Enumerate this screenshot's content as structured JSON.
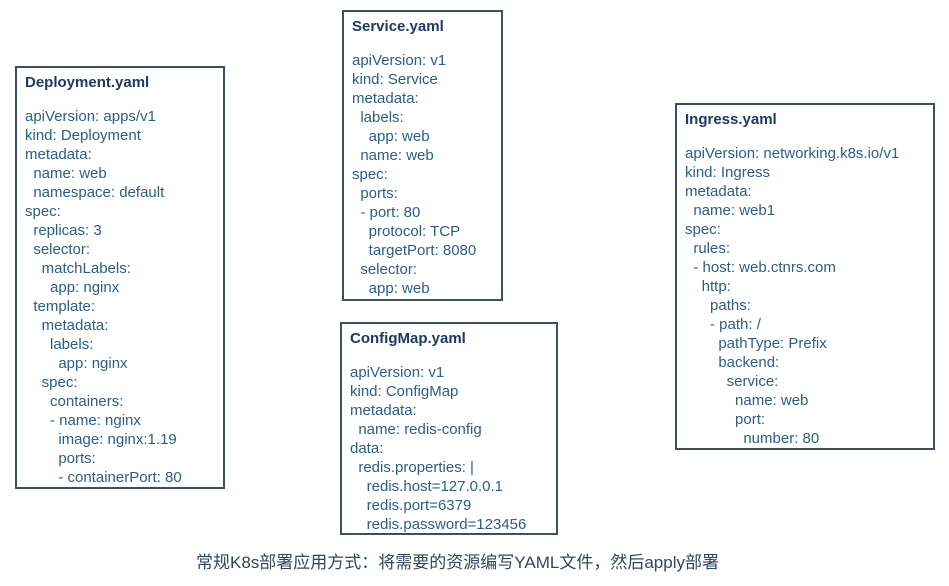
{
  "colors": {
    "background": "#ffffff",
    "border": "#3f4e63",
    "title": "#1f3864",
    "body": "#2f5c88",
    "caption": "#33455c"
  },
  "caption": "常规K8s部署应用方式：将需要的资源编写YAML文件，然后apply部署",
  "files": [
    {
      "title": "Deployment.yaml",
      "body": "apiVersion: apps/v1\nkind: Deployment\nmetadata:\n  name: web\n  namespace: default\nspec:\n  replicas: 3\n  selector:\n    matchLabels:\n      app: nginx\n  template:\n    metadata:\n      labels:\n        app: nginx\n    spec:\n      containers:\n      - name: nginx\n        image: nginx:1.19\n        ports:\n        - containerPort: 80"
    },
    {
      "title": "Service.yaml",
      "body": "apiVersion: v1\nkind: Service\nmetadata:\n  labels:\n    app: web\n  name: web\nspec:\n  ports:\n  - port: 80\n    protocol: TCP\n    targetPort: 8080\n  selector:\n    app: web"
    },
    {
      "title": "ConfigMap.yaml",
      "body": "apiVersion: v1\nkind: ConfigMap\nmetadata:\n  name: redis-config\ndata:\n  redis.properties: |\n    redis.host=127.0.0.1\n    redis.port=6379\n    redis.password=123456"
    },
    {
      "title": "Ingress.yaml",
      "body": "apiVersion: networking.k8s.io/v1\nkind: Ingress\nmetadata:\n  name: web1\nspec:\n  rules:\n  - host: web.ctnrs.com\n    http:\n      paths:\n      - path: /\n        pathType: Prefix\n        backend:\n          service:\n            name: web\n            port:\n              number: 80"
    }
  ]
}
